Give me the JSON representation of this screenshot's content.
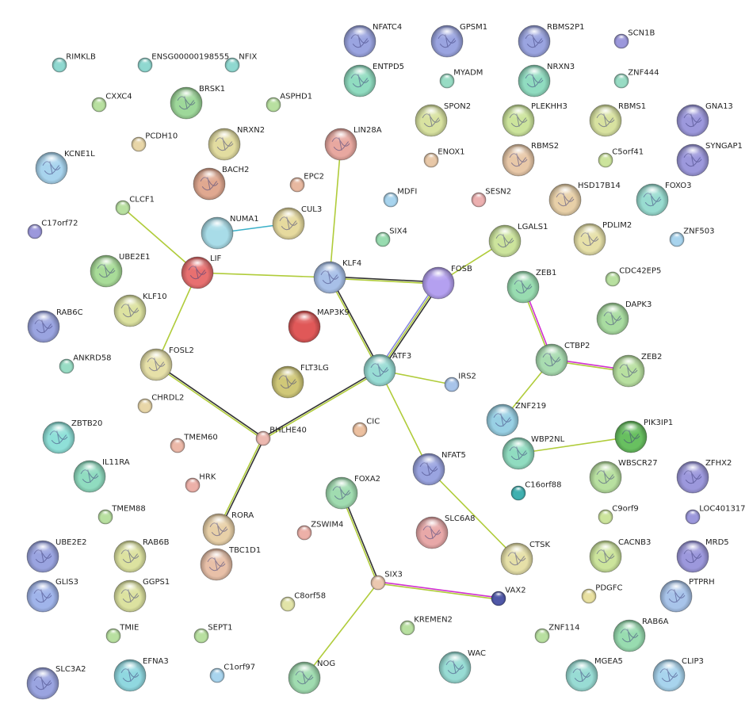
{
  "network": {
    "nodes": [
      {
        "id": "RIMKLB",
        "label": "RIMKLB",
        "color": "#8fd8d0",
        "size": "s",
        "glyph": false
      },
      {
        "id": "ENSG00000198555",
        "label": "ENSG00000198555",
        "color": "#8fd8d0",
        "size": "s",
        "glyph": false
      },
      {
        "id": "NFIX",
        "label": "NFIX",
        "color": "#8fd8d0",
        "size": "s",
        "glyph": false
      },
      {
        "id": "CXXC4",
        "label": "CXXC4",
        "color": "#b8e0a0",
        "size": "s",
        "glyph": false
      },
      {
        "id": "BRSK1",
        "label": "BRSK1",
        "color": "#9ed89a",
        "size": "l",
        "glyph": true
      },
      {
        "id": "ASPHD1",
        "label": "ASPHD1",
        "color": "#b8e0a0",
        "size": "s",
        "glyph": false
      },
      {
        "id": "PCDH10",
        "label": "PCDH10",
        "color": "#e8d6a8",
        "size": "s",
        "glyph": false
      },
      {
        "id": "NRXN2",
        "label": "NRXN2",
        "color": "#e2dca0",
        "size": "l",
        "glyph": true
      },
      {
        "id": "KCNE1L",
        "label": "KCNE1L",
        "color": "#a8d4ee",
        "size": "l",
        "glyph": true
      },
      {
        "id": "BACH2",
        "label": "BACH2",
        "color": "#e0a890",
        "size": "l",
        "glyph": true
      },
      {
        "id": "CLCF1",
        "label": "CLCF1",
        "color": "#b8e0a0",
        "size": "s",
        "glyph": false
      },
      {
        "id": "NUMA1",
        "label": "NUMA1",
        "color": "#a8dce8",
        "size": "l",
        "glyph": false
      },
      {
        "id": "CUL3",
        "label": "CUL3",
        "color": "#e6da9e",
        "size": "l",
        "glyph": true
      },
      {
        "id": "EPC2",
        "label": "EPC2",
        "color": "#e8b8a0",
        "size": "s",
        "glyph": false
      },
      {
        "id": "C17orf72",
        "label": "C17orf72",
        "color": "#9c98dc",
        "size": "s",
        "glyph": false
      },
      {
        "id": "UBE2E1",
        "label": "UBE2E1",
        "color": "#a8dc98",
        "size": "l",
        "glyph": true
      },
      {
        "id": "LIF",
        "label": "LIF",
        "color": "#e87070",
        "size": "l",
        "glyph": true
      },
      {
        "id": "KLF10",
        "label": "KLF10",
        "color": "#dce2a0",
        "size": "l",
        "glyph": true
      },
      {
        "id": "RAB6C",
        "label": "RAB6C",
        "color": "#9aa4e0",
        "size": "l",
        "glyph": true
      },
      {
        "id": "ANKRD58",
        "label": "ANKRD58",
        "color": "#98dcc4",
        "size": "s",
        "glyph": false
      },
      {
        "id": "FOSL2",
        "label": "FOSL2",
        "color": "#e6e0a8",
        "size": "l",
        "glyph": true
      },
      {
        "id": "CHRDL2",
        "label": "CHRDL2",
        "color": "#e8d6a8",
        "size": "s",
        "glyph": false
      },
      {
        "id": "ZBTB20",
        "label": "ZBTB20",
        "color": "#8fe0d8",
        "size": "l",
        "glyph": true
      },
      {
        "id": "TMEM60",
        "label": "TMEM60",
        "color": "#ecb8a8",
        "size": "s",
        "glyph": false
      },
      {
        "id": "BHLHE40",
        "label": "BHLHE40",
        "color": "#ecb8b0",
        "size": "s",
        "glyph": false
      },
      {
        "id": "IL11RA",
        "label": "IL11RA",
        "color": "#90dcc0",
        "size": "l",
        "glyph": true
      },
      {
        "id": "HRK",
        "label": "HRK",
        "color": "#ecb0a8",
        "size": "s",
        "glyph": false
      },
      {
        "id": "TMEM88",
        "label": "TMEM88",
        "color": "#b8e0a0",
        "size": "s",
        "glyph": false
      },
      {
        "id": "RORA",
        "label": "RORA",
        "color": "#e8d0a8",
        "size": "l",
        "glyph": true
      },
      {
        "id": "UBE2E2",
        "label": "UBE2E2",
        "color": "#9aa4e0",
        "size": "l",
        "glyph": true
      },
      {
        "id": "RAB6B",
        "label": "RAB6B",
        "color": "#dce2a0",
        "size": "l",
        "glyph": true
      },
      {
        "id": "TBC1D1",
        "label": "TBC1D1",
        "color": "#e8c0a8",
        "size": "l",
        "glyph": true
      },
      {
        "id": "GLIS3",
        "label": "GLIS3",
        "color": "#a0b4ea",
        "size": "l",
        "glyph": true
      },
      {
        "id": "GGPS1",
        "label": "GGPS1",
        "color": "#dce2a0",
        "size": "l",
        "glyph": true
      },
      {
        "id": "TMIE",
        "label": "TMIE",
        "color": "#b8e0a0",
        "size": "s",
        "glyph": false
      },
      {
        "id": "SEPT1",
        "label": "SEPT1",
        "color": "#b8e0a0",
        "size": "s",
        "glyph": false
      },
      {
        "id": "SLC3A2",
        "label": "SLC3A2",
        "color": "#9aa4e0",
        "size": "l",
        "glyph": true
      },
      {
        "id": "EFNA3",
        "label": "EFNA3",
        "color": "#90d8e0",
        "size": "l",
        "glyph": true
      },
      {
        "id": "C1orf97",
        "label": "C1orf97",
        "color": "#a8d4ee",
        "size": "s",
        "glyph": false
      },
      {
        "id": "NFATC4",
        "label": "NFATC4",
        "color": "#9aa4e0",
        "size": "l",
        "glyph": true
      },
      {
        "id": "GPSM1",
        "label": "GPSM1",
        "color": "#9aa4e0",
        "size": "l",
        "glyph": true
      },
      {
        "id": "RBMS2P1",
        "label": "RBMS2P1",
        "color": "#9aa4e0",
        "size": "l",
        "glyph": true
      },
      {
        "id": "SCN1B",
        "label": "SCN1B",
        "color": "#9c98dc",
        "size": "s",
        "glyph": false
      },
      {
        "id": "ENTPD5",
        "label": "ENTPD5",
        "color": "#90dcc0",
        "size": "l",
        "glyph": true
      },
      {
        "id": "MYADM",
        "label": "MYADM",
        "color": "#98dcc4",
        "size": "s",
        "glyph": false
      },
      {
        "id": "NRXN3",
        "label": "NRXN3",
        "color": "#90dcc0",
        "size": "l",
        "glyph": true
      },
      {
        "id": "ZNF444",
        "label": "ZNF444",
        "color": "#98dcc4",
        "size": "s",
        "glyph": false
      },
      {
        "id": "LIN28A",
        "label": "LIN28A",
        "color": "#e8a8a0",
        "size": "l",
        "glyph": true
      },
      {
        "id": "SPON2",
        "label": "SPON2",
        "color": "#d8e2a0",
        "size": "l",
        "glyph": true
      },
      {
        "id": "PLEKHH3",
        "label": "PLEKHH3",
        "color": "#cce49c",
        "size": "l",
        "glyph": true
      },
      {
        "id": "RBMS1",
        "label": "RBMS1",
        "color": "#d8e2a0",
        "size": "l",
        "glyph": true
      },
      {
        "id": "GNA13",
        "label": "GNA13",
        "color": "#9c98dc",
        "size": "l",
        "glyph": true
      },
      {
        "id": "ENOX1",
        "label": "ENOX1",
        "color": "#e8c8a8",
        "size": "s",
        "glyph": false
      },
      {
        "id": "RBMS2",
        "label": "RBMS2",
        "color": "#e8c8a8",
        "size": "l",
        "glyph": true
      },
      {
        "id": "C5orf41",
        "label": "C5orf41",
        "color": "#cce49c",
        "size": "s",
        "glyph": false
      },
      {
        "id": "SYNGAP1",
        "label": "SYNGAP1",
        "color": "#9c98dc",
        "size": "l",
        "glyph": true
      },
      {
        "id": "MDFI",
        "label": "MDFI",
        "color": "#a8d4ee",
        "size": "s",
        "glyph": false
      },
      {
        "id": "SESN2",
        "label": "SESN2",
        "color": "#ecb0b0",
        "size": "s",
        "glyph": false
      },
      {
        "id": "HSD17B14",
        "label": "HSD17B14",
        "color": "#e8d0a8",
        "size": "l",
        "glyph": true
      },
      {
        "id": "FOXO3",
        "label": "FOXO3",
        "color": "#98dcd0",
        "size": "l",
        "glyph": true
      },
      {
        "id": "SIX4",
        "label": "SIX4",
        "color": "#98dcb0",
        "size": "s",
        "glyph": false
      },
      {
        "id": "LGALS1",
        "label": "LGALS1",
        "color": "#cce49c",
        "size": "l",
        "glyph": true
      },
      {
        "id": "PDLIM2",
        "label": "PDLIM2",
        "color": "#e6e0a8",
        "size": "l",
        "glyph": true
      },
      {
        "id": "ZNF503",
        "label": "ZNF503",
        "color": "#a8d4ee",
        "size": "s",
        "glyph": false
      },
      {
        "id": "KLF4",
        "label": "KLF4",
        "color": "#a8c0e8",
        "size": "l",
        "glyph": true
      },
      {
        "id": "FOSB",
        "label": "FOSB",
        "color": "#b4a0f0",
        "size": "l",
        "glyph": false
      },
      {
        "id": "ZEB1",
        "label": "ZEB1",
        "color": "#98dcb0",
        "size": "l",
        "glyph": true
      },
      {
        "id": "CDC42EP5",
        "label": "CDC42EP5",
        "color": "#b8e0a0",
        "size": "s",
        "glyph": false
      },
      {
        "id": "MAP3K9",
        "label": "MAP3K9",
        "color": "#e05858",
        "size": "l",
        "glyph": false
      },
      {
        "id": "DAPK3",
        "label": "DAPK3",
        "color": "#a8dca0",
        "size": "l",
        "glyph": true
      },
      {
        "id": "ATF3",
        "label": "ATF3",
        "color": "#98dcd4",
        "size": "l",
        "glyph": true
      },
      {
        "id": "CTBP2",
        "label": "CTBP2",
        "color": "#a8dcb0",
        "size": "l",
        "glyph": true
      },
      {
        "id": "ZEB2",
        "label": "ZEB2",
        "color": "#b8e0a0",
        "size": "l",
        "glyph": true
      },
      {
        "id": "FLT3LG",
        "label": "FLT3LG",
        "color": "#d0c878",
        "size": "l",
        "glyph": true
      },
      {
        "id": "IRS2",
        "label": "IRS2",
        "color": "#a8c4ea",
        "size": "s",
        "glyph": false
      },
      {
        "id": "ZNF219",
        "label": "ZNF219",
        "color": "#98d0e4",
        "size": "l",
        "glyph": true
      },
      {
        "id": "CIC",
        "label": "CIC",
        "color": "#ecc0a0",
        "size": "s",
        "glyph": false
      },
      {
        "id": "PIK3IP1",
        "label": "PIK3IP1",
        "color": "#68c060",
        "size": "l",
        "glyph": true
      },
      {
        "id": "WBP2NL",
        "label": "WBP2NL",
        "color": "#90dcc0",
        "size": "l",
        "glyph": true
      },
      {
        "id": "NFAT5",
        "label": "NFAT5",
        "color": "#9aa4e0",
        "size": "l",
        "glyph": true
      },
      {
        "id": "WBSCR27",
        "label": "WBSCR27",
        "color": "#b8e0a0",
        "size": "l",
        "glyph": true
      },
      {
        "id": "ZFHX2",
        "label": "ZFHX2",
        "color": "#9c98dc",
        "size": "l",
        "glyph": true
      },
      {
        "id": "FOXA2",
        "label": "FOXA2",
        "color": "#a0dcb0",
        "size": "l",
        "glyph": true
      },
      {
        "id": "C16orf88",
        "label": "C16orf88",
        "color": "#40b0b0",
        "size": "s",
        "glyph": false
      },
      {
        "id": "SLC6A8",
        "label": "SLC6A8",
        "color": "#e8a8a8",
        "size": "l",
        "glyph": true
      },
      {
        "id": "C9orf9",
        "label": "C9orf9",
        "color": "#cce49c",
        "size": "s",
        "glyph": false
      },
      {
        "id": "LOC401317",
        "label": "LOC401317",
        "color": "#9c98dc",
        "size": "s",
        "glyph": false
      },
      {
        "id": "ZSWIM4",
        "label": "ZSWIM4",
        "color": "#ecb0a8",
        "size": "s",
        "glyph": false
      },
      {
        "id": "CTSK",
        "label": "CTSK",
        "color": "#e6e0a8",
        "size": "l",
        "glyph": true
      },
      {
        "id": "CACNB3",
        "label": "CACNB3",
        "color": "#cce49c",
        "size": "l",
        "glyph": true
      },
      {
        "id": "MRD5",
        "label": "MRD5",
        "color": "#9c98dc",
        "size": "l",
        "glyph": true
      },
      {
        "id": "SIX3",
        "label": "SIX3",
        "color": "#ecc8b0",
        "size": "s",
        "glyph": false
      },
      {
        "id": "VAX2",
        "label": "VAX2",
        "color": "#5058a8",
        "size": "s",
        "glyph": false
      },
      {
        "id": "PDGFC",
        "label": "PDGFC",
        "color": "#e8e0a0",
        "size": "s",
        "glyph": false
      },
      {
        "id": "PTPRH",
        "label": "PTPRH",
        "color": "#a8c4ea",
        "size": "l",
        "glyph": true
      },
      {
        "id": "C8orf58",
        "label": "C8orf58",
        "color": "#e2e4a8",
        "size": "s",
        "glyph": false
      },
      {
        "id": "KREMEN2",
        "label": "KREMEN2",
        "color": "#b8e0a0",
        "size": "s",
        "glyph": false
      },
      {
        "id": "ZNF114",
        "label": "ZNF114",
        "color": "#b8e0a0",
        "size": "s",
        "glyph": false
      },
      {
        "id": "RAB6A",
        "label": "RAB6A",
        "color": "#98dcb0",
        "size": "l",
        "glyph": true
      },
      {
        "id": "WAC",
        "label": "WAC",
        "color": "#98dcd4",
        "size": "l",
        "glyph": true
      },
      {
        "id": "NOG",
        "label": "NOG",
        "color": "#a0dcb0",
        "size": "l",
        "glyph": true
      },
      {
        "id": "MGEA5",
        "label": "MGEA5",
        "color": "#98dcd4",
        "size": "l",
        "glyph": true
      },
      {
        "id": "CLIP3",
        "label": "CLIP3",
        "color": "#a8d4ee",
        "size": "l",
        "glyph": true
      }
    ],
    "edges": [
      {
        "source": "NUMA1",
        "target": "CUL3",
        "colors": [
          "#3ab0c8"
        ]
      },
      {
        "source": "LIF",
        "target": "CLCF1",
        "colors": [
          "#b0cc3a"
        ]
      },
      {
        "source": "LIF",
        "target": "KLF4",
        "colors": [
          "#b0cc3a"
        ]
      },
      {
        "source": "LIF",
        "target": "FOSL2",
        "colors": [
          "#b0cc3a"
        ]
      },
      {
        "source": "LIN28A",
        "target": "KLF4",
        "colors": [
          "#b0cc3a"
        ]
      },
      {
        "source": "KLF4",
        "target": "FOSB",
        "colors": [
          "#333333",
          "#b0cc3a"
        ]
      },
      {
        "source": "KLF4",
        "target": "ATF3",
        "colors": [
          "#333333",
          "#b0cc3a"
        ]
      },
      {
        "source": "FOSB",
        "target": "ATF3",
        "colors": [
          "#333333",
          "#b0cc3a",
          "#8888e0"
        ]
      },
      {
        "source": "FOSB",
        "target": "LGALS1",
        "colors": [
          "#b0cc3a"
        ]
      },
      {
        "source": "FOSL2",
        "target": "BHLHE40",
        "colors": [
          "#333333",
          "#b0cc3a"
        ]
      },
      {
        "source": "BHLHE40",
        "target": "ATF3",
        "colors": [
          "#333333",
          "#b0cc3a"
        ]
      },
      {
        "source": "BHLHE40",
        "target": "RORA",
        "colors": [
          "#333333",
          "#b0cc3a"
        ]
      },
      {
        "source": "ATF3",
        "target": "IRS2",
        "colors": [
          "#b0cc3a"
        ]
      },
      {
        "source": "ATF3",
        "target": "NFAT5",
        "colors": [
          "#b0cc3a"
        ]
      },
      {
        "source": "NFAT5",
        "target": "CTSK",
        "colors": [
          "#b0cc3a"
        ]
      },
      {
        "source": "ZEB1",
        "target": "CTBP2",
        "colors": [
          "#d030d0",
          "#b0cc3a"
        ]
      },
      {
        "source": "CTBP2",
        "target": "ZEB2",
        "colors": [
          "#d030d0",
          "#b0cc3a"
        ]
      },
      {
        "source": "CTBP2",
        "target": "ZNF219",
        "colors": [
          "#b0cc3a"
        ]
      },
      {
        "source": "WBP2NL",
        "target": "PIK3IP1",
        "colors": [
          "#b0cc3a"
        ]
      },
      {
        "source": "FOXA2",
        "target": "SIX3",
        "colors": [
          "#333333",
          "#b0cc3a"
        ]
      },
      {
        "source": "SIX3",
        "target": "VAX2",
        "colors": [
          "#d030d0",
          "#b0cc3a"
        ]
      },
      {
        "source": "SIX3",
        "target": "NOG",
        "colors": [
          "#b0cc3a"
        ]
      }
    ]
  }
}
